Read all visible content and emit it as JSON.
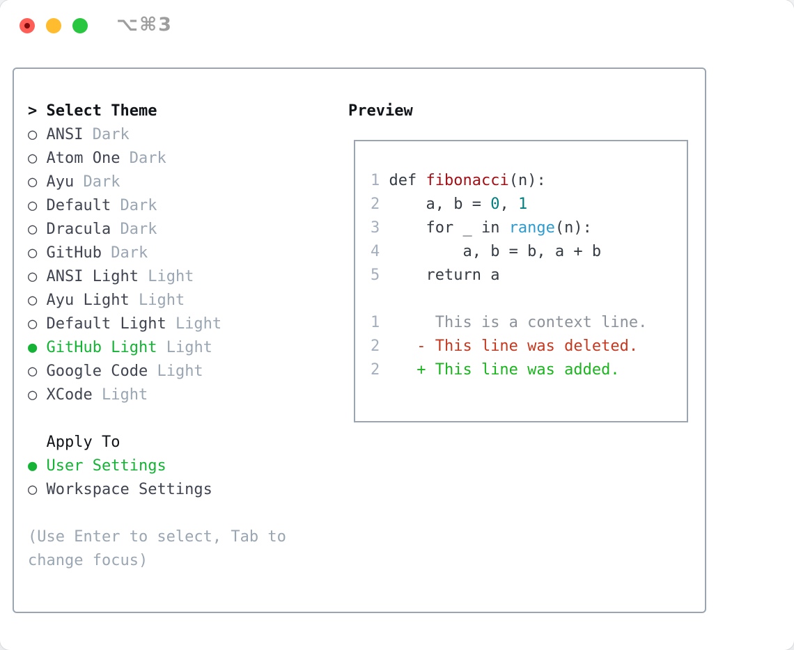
{
  "window": {
    "title": "⌥⌘3"
  },
  "colors": {
    "accent_green": "#15b335",
    "added_green": "#1bb41e",
    "deleted_red": "#c5381f",
    "function_red": "#a30f15",
    "builtin_blue": "#2e9bd0",
    "number_teal": "#007e7e",
    "muted_gray": "#9aa6b2",
    "panel_border": "#9aa5b1",
    "traffic_red": "#ff5e57",
    "traffic_yellow": "#febc2e",
    "traffic_green": "#28c73f"
  },
  "theme_panel": {
    "prompt": ">",
    "title": "Select Theme",
    "items": [
      {
        "marker": "○",
        "name": "ANSI",
        "variant": "Dark",
        "selected": false
      },
      {
        "marker": "○",
        "name": "Atom One",
        "variant": "Dark",
        "selected": false
      },
      {
        "marker": "○",
        "name": "Ayu",
        "variant": "Dark",
        "selected": false
      },
      {
        "marker": "○",
        "name": "Default",
        "variant": "Dark",
        "selected": false
      },
      {
        "marker": "○",
        "name": "Dracula",
        "variant": "Dark",
        "selected": false
      },
      {
        "marker": "○",
        "name": "GitHub",
        "variant": "Dark",
        "selected": false
      },
      {
        "marker": "○",
        "name": "ANSI Light",
        "variant": "Light",
        "selected": false
      },
      {
        "marker": "○",
        "name": "Ayu Light",
        "variant": "Light",
        "selected": false
      },
      {
        "marker": "○",
        "name": "Default Light",
        "variant": "Light",
        "selected": false
      },
      {
        "marker": "●",
        "name": "GitHub Light",
        "variant": "Light",
        "selected": true
      },
      {
        "marker": "○",
        "name": "Google Code",
        "variant": "Light",
        "selected": false
      },
      {
        "marker": "○",
        "name": "XCode",
        "variant": "Light",
        "selected": false
      }
    ],
    "apply_to": {
      "title": "Apply To",
      "items": [
        {
          "marker": "●",
          "name": "User Settings",
          "selected": true
        },
        {
          "marker": "○",
          "name": "Workspace Settings",
          "selected": false
        }
      ]
    },
    "hint": "(Use Enter to select, Tab to change focus)"
  },
  "preview": {
    "title": "Preview",
    "code": [
      {
        "num": "1",
        "pre": " def ",
        "fn": "fibonacci",
        "post": "(n):"
      },
      {
        "num": "2",
        "pre": "     a, b = ",
        "n1": "0",
        "mid": ", ",
        "n2": "1"
      },
      {
        "num": "3",
        "pre": "     for _ in ",
        "builtin": "range",
        "post": "(n):"
      },
      {
        "num": "4",
        "text": "         a, b = b, a + b"
      },
      {
        "num": "5",
        "text": "     return a"
      }
    ],
    "diff": [
      {
        "num": "1",
        "text": "      This is a context line.",
        "kind": "context"
      },
      {
        "num": "2",
        "text": "    - This line was deleted.",
        "kind": "deleted"
      },
      {
        "num": "2",
        "text": "    + This line was added.",
        "kind": "added"
      }
    ]
  }
}
